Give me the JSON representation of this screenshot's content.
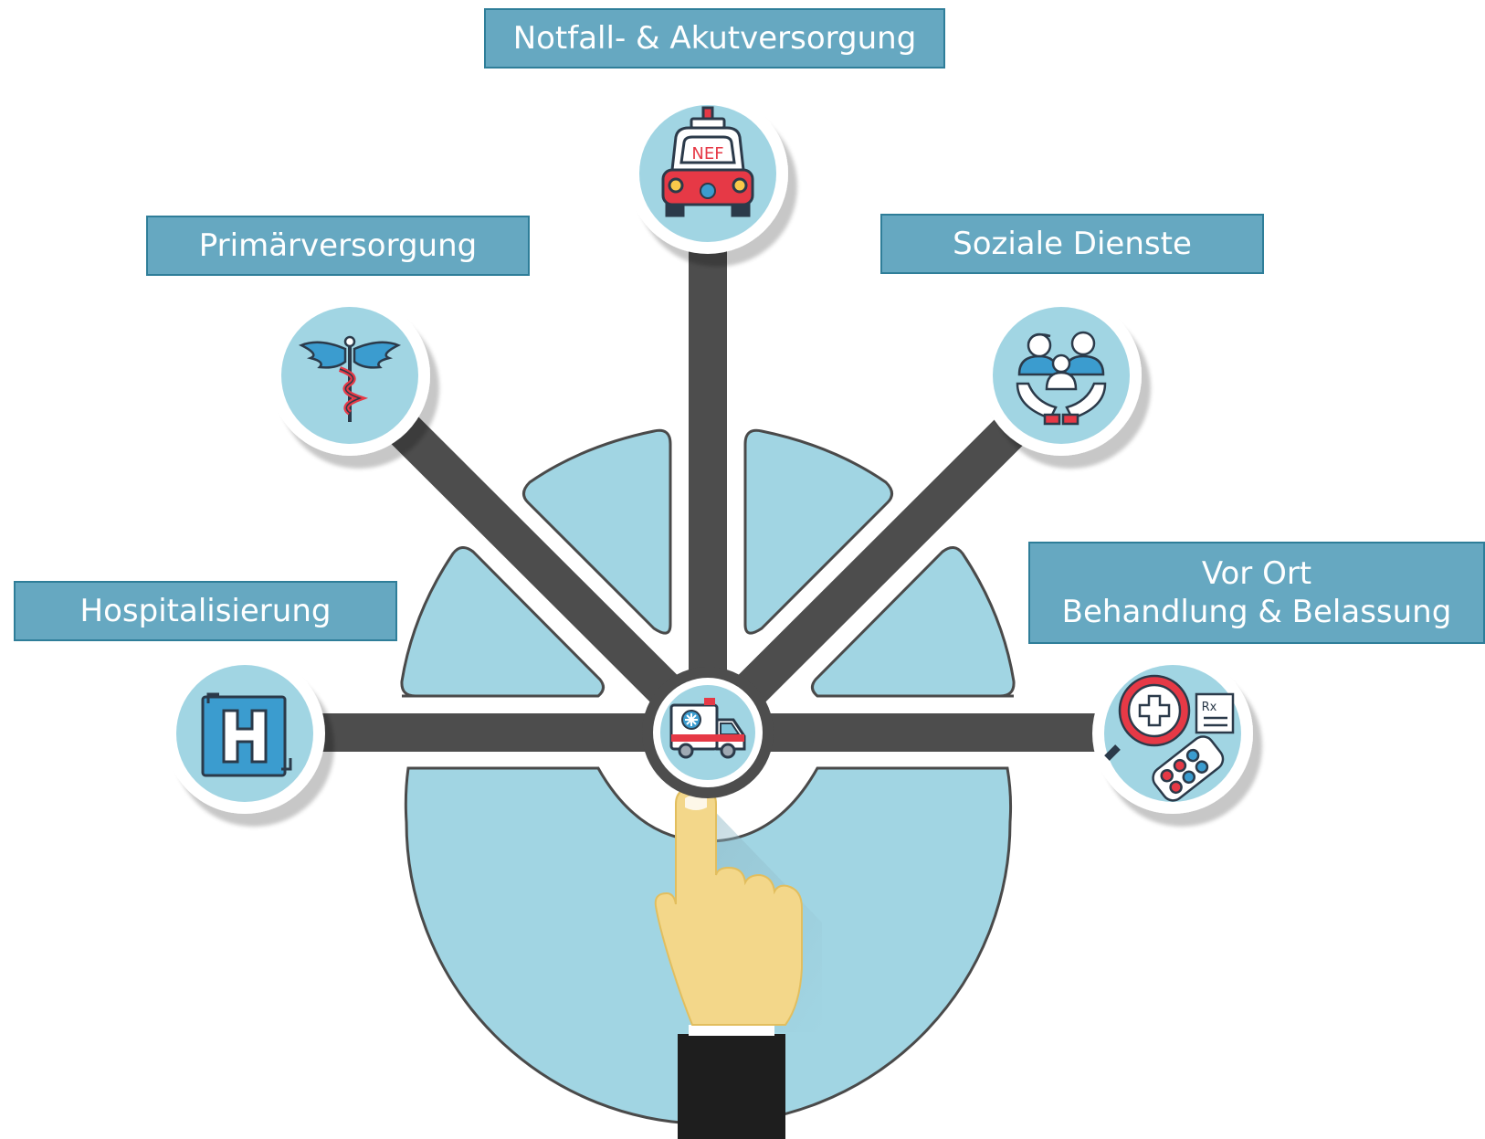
{
  "diagram": {
    "center": {
      "icon": "ambulance-icon"
    },
    "nodes": [
      {
        "id": "hospitalisierung",
        "lines": [
          "Hospitalisierung"
        ],
        "icon": "hospital-icon"
      },
      {
        "id": "primaerversorgung",
        "lines": [
          "Primärversorgung"
        ],
        "icon": "caduceus-icon"
      },
      {
        "id": "notfall",
        "lines": [
          "Notfall- & Akutversorgung"
        ],
        "icon": "emergency-car-icon",
        "icon_text": "NEF"
      },
      {
        "id": "soziale-dienste",
        "lines": [
          "Soziale Dienste"
        ],
        "icon": "family-care-icon"
      },
      {
        "id": "vor-ort",
        "lines": [
          "Vor Ort",
          "Behandlung & Belassung"
        ],
        "icon": "medication-search-icon",
        "icon_text": "Rx"
      }
    ]
  },
  "colors": {
    "label_fill": "#66a8c1",
    "label_border": "#2f7e99",
    "segment_fill": "#a1d5e3",
    "connector": "#4d4d4d",
    "hand": "#f3d78a",
    "sleeve": "#1e1e1e"
  }
}
